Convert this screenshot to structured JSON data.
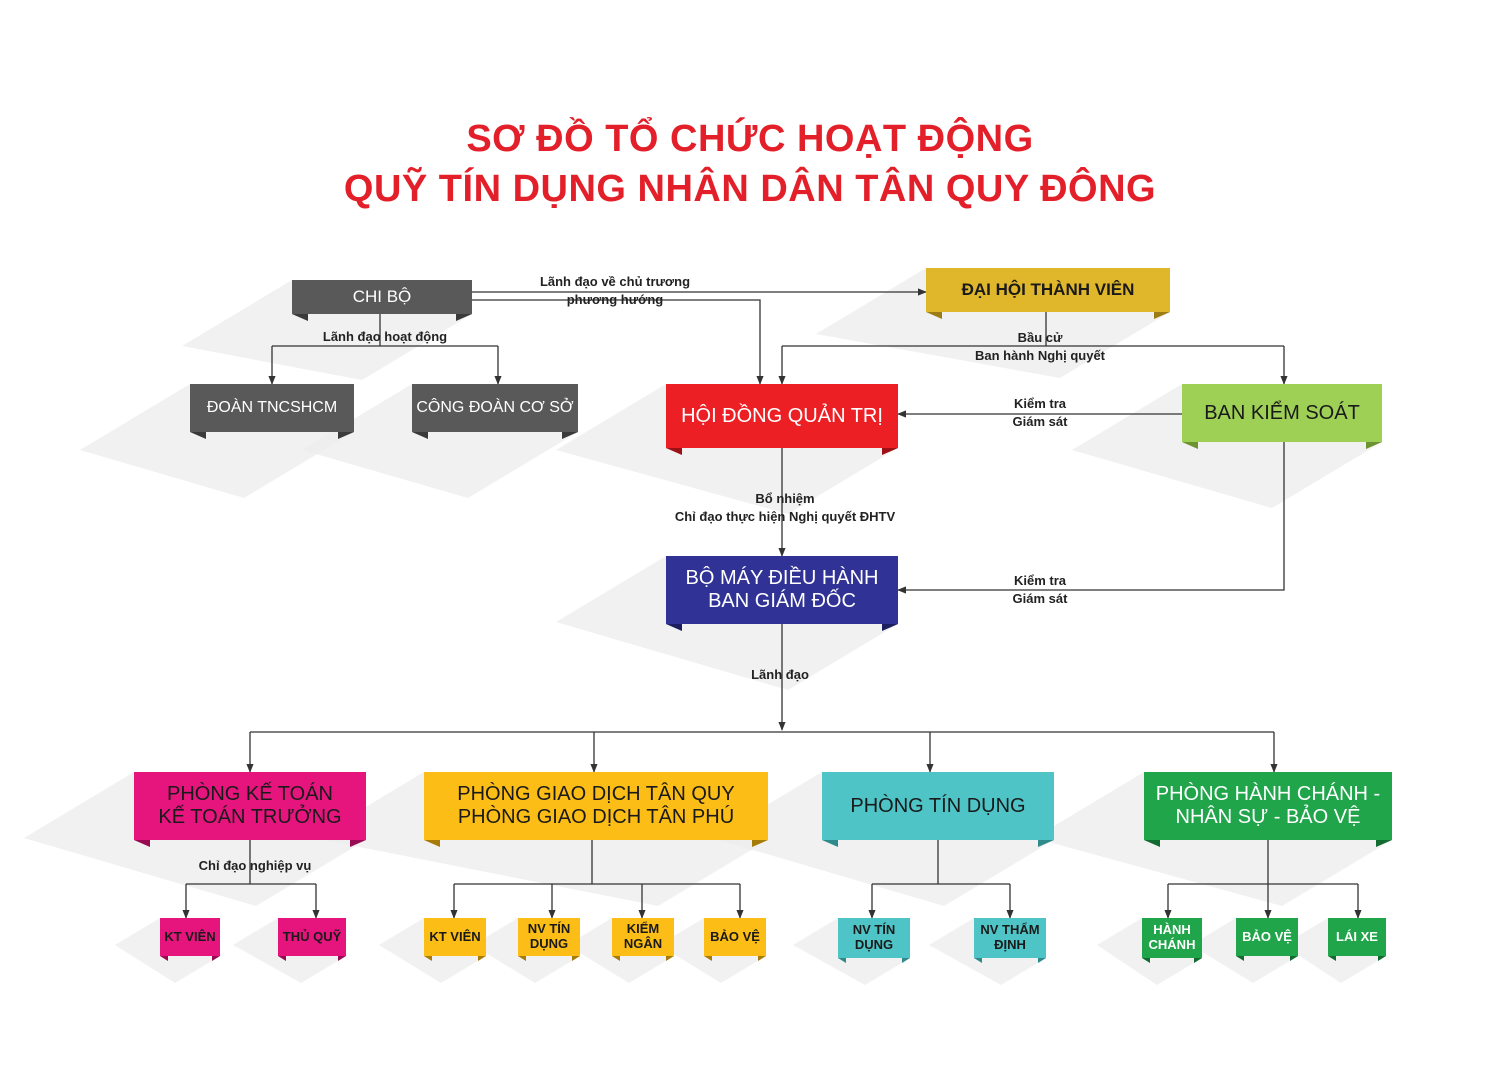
{
  "title": {
    "line1": "SƠ ĐỒ TỔ CHỨC HOẠT ĐỘNG",
    "line2": "QUỸ TÍN DỤNG NHÂN DÂN TÂN QUY ĐÔNG"
  },
  "colors": {
    "title": "#e3202a",
    "gray": "#595959",
    "gold": "#e0b62b",
    "red": "#ec1f25",
    "lime": "#9fd056",
    "navy": "#303295",
    "magenta": "#e6157e",
    "yellow": "#fbbd16",
    "teal": "#4ec4c6",
    "green": "#20a54a"
  },
  "nodes": {
    "chi_bo": "CHI BỘ",
    "dai_hoi": "ĐẠI HỘI THÀNH VIÊN",
    "doan": "ĐOÀN TNCSHCM",
    "cong_doan": "CÔNG ĐOÀN CƠ SỞ",
    "hdqt": "HỘI ĐỒNG QUẢN TRỊ",
    "ban_kiem_soat": "BAN KIỂM SOÁT",
    "bo_may": [
      "BỘ MÁY ĐIỀU HÀNH",
      "BAN GIÁM ĐỐC"
    ],
    "ke_toan": [
      "PHÒNG KẾ TOÁN",
      "KẾ TOÁN TRƯỞNG"
    ],
    "giao_dich": [
      "PHÒNG GIAO DỊCH TÂN QUY",
      "PHÒNG GIAO DỊCH TÂN PHÚ"
    ],
    "tin_dung": "PHÒNG TÍN DỤNG",
    "hanh_chanh": [
      "PHÒNG HÀNH CHÁNH -",
      "NHÂN SỰ - BẢO VỆ"
    ],
    "kt_vien_1": "KT VIÊN",
    "thu_quy": "THỦ QUỸ",
    "kt_vien_2": "KT VIÊN",
    "nv_tin_dung_1": [
      "NV TÍN",
      "DỤNG"
    ],
    "kiem_ngan": [
      "KIỂM",
      "NGÂN"
    ],
    "bao_ve_1": "BẢO VỆ",
    "nv_tin_dung_2": [
      "NV TÍN",
      "DỤNG"
    ],
    "nv_tham_dinh": [
      "NV THẨM",
      "ĐỊNH"
    ],
    "hanh_chanh_leaf": [
      "HÀNH",
      "CHÁNH"
    ],
    "bao_ve_2": "BẢO VỆ",
    "lai_xe": "LÁI XE"
  },
  "labels": {
    "lanh_dao_chu_truong": [
      "Lãnh đạo về chủ trương",
      "phương hướng"
    ],
    "lanh_dao_hoat_dong": "Lãnh đạo hoạt động",
    "bau_cu": [
      "Bầu cử",
      "Ban hành Nghị quyết"
    ],
    "kiem_tra_1": [
      "Kiểm tra",
      "Giám sát"
    ],
    "bo_nhiem": [
      "Bổ nhiệm",
      "Chỉ đạo thực hiện Nghị quyết ĐHTV"
    ],
    "kiem_tra_2": [
      "Kiểm tra",
      "Giám sát"
    ],
    "lanh_dao": "Lãnh đạo",
    "chi_dao_nghiep_vu": "Chỉ đạo nghiệp vụ"
  }
}
